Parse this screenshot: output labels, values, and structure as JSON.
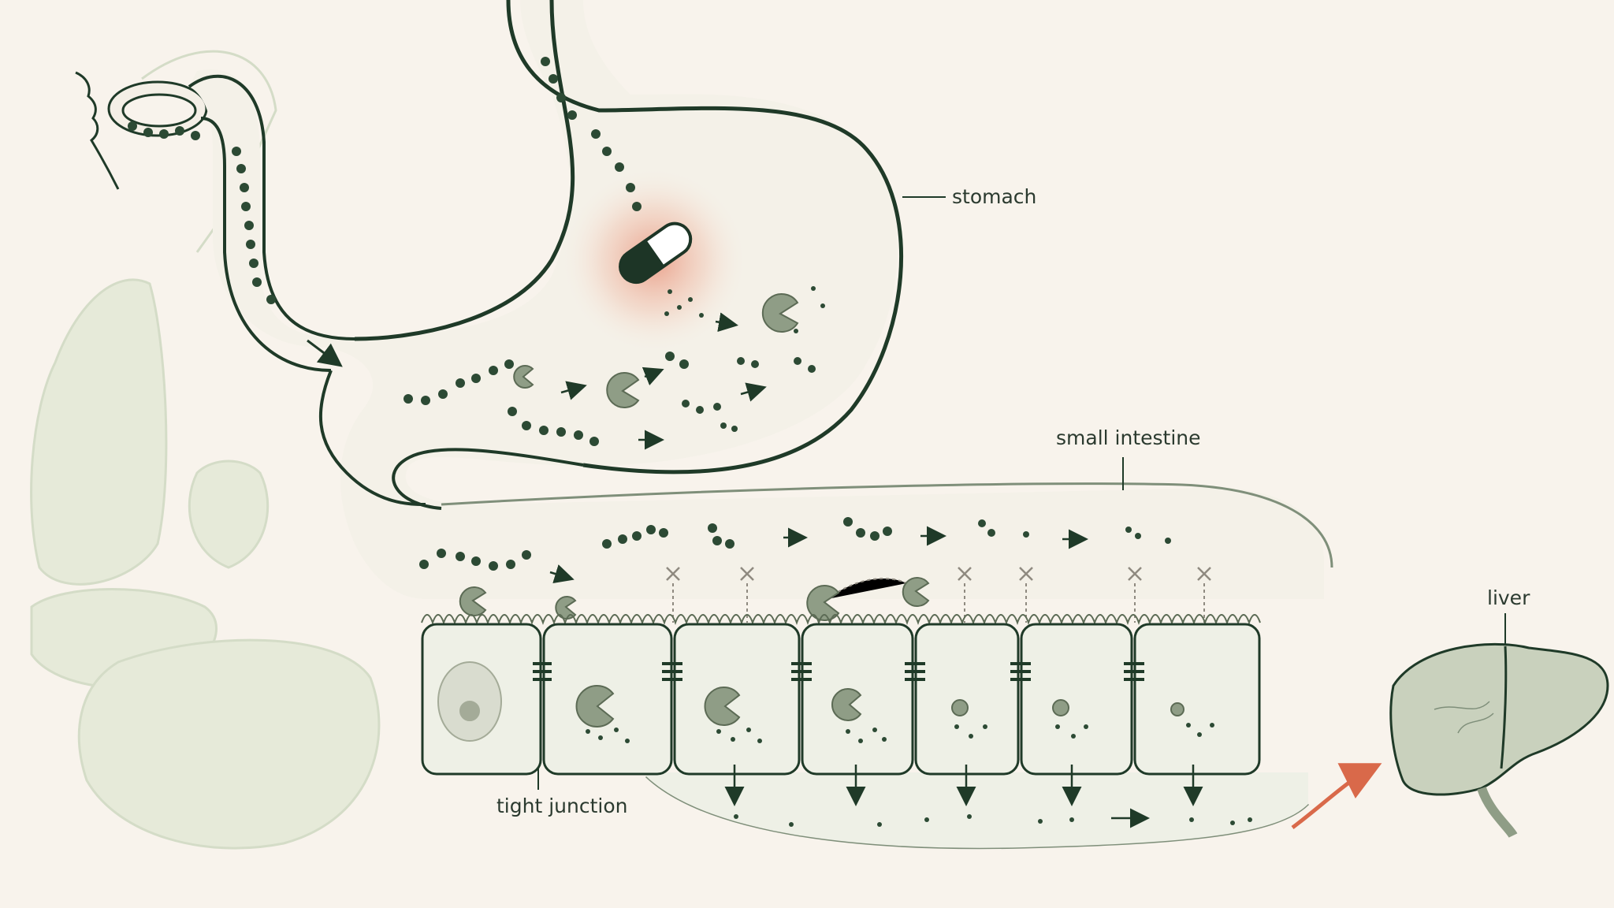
{
  "labels": {
    "stomach": "stomach",
    "small_intestine": "small intestine",
    "liver": "liver",
    "tight_junction": "tight junction"
  },
  "colors": {
    "background": "#f8f3ec",
    "outline": "#1f3a28",
    "peptide_bead": "#2c4a34",
    "enzyme": "#8f9d86",
    "capsule_dark": "#1d3526",
    "acid_glow": "#e8927a",
    "flow_arrow": "#d9694a",
    "faint_anatomy": "#dfe5d6",
    "cell_fill": "#eef0e6"
  },
  "icons": {
    "capsule": "pill-capsule-icon",
    "enzyme": "pacman-enzyme-icon",
    "peptide": "bead-chain-peptide-icon",
    "blocked": "x-mark-icon",
    "transport": "down-arrow-icon"
  }
}
